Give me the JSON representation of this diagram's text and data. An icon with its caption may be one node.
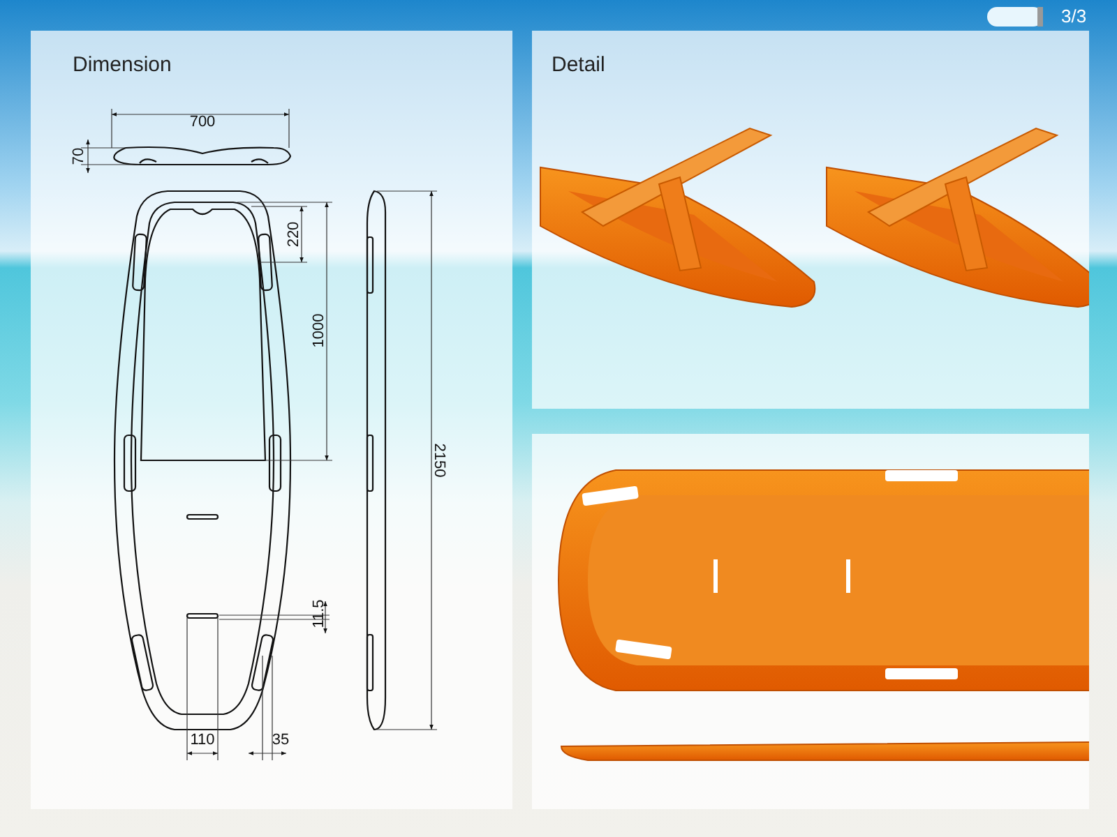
{
  "diagram": {
    "nodes": [
      {
        "text": [
          "Dimension"
        ]
      },
      {
        "text": [
          "Detail"
        ]
      },
      {
        "text": [],
        "shape": "picture"
      }
    ],
    "labels": [
      "3/3",
      "700",
      "70",
      "220",
      "1000",
      "2150",
      "11.5",
      "110",
      "35"
    ]
  }
}
